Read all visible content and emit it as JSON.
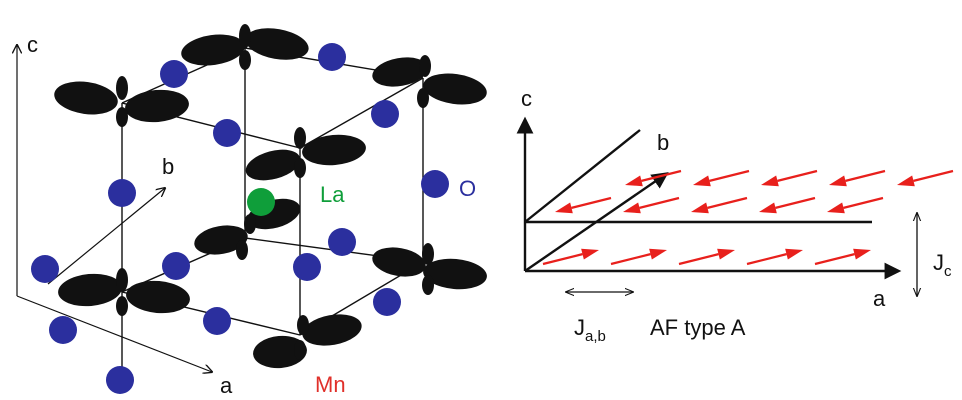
{
  "left_diagram": {
    "axis_labels": {
      "c": "c",
      "b": "b",
      "a": "a"
    },
    "atom_labels": {
      "la": "La",
      "o": "O",
      "mn": "Mn"
    },
    "colors": {
      "la": "#0f9e3a",
      "o": "#2b2f9e",
      "mn": "#e0302a",
      "orbital": "#111111",
      "bond": "#111111"
    }
  },
  "right_diagram": {
    "axis_labels": {
      "c": "c",
      "b": "b",
      "a": "a"
    },
    "exchange_labels": {
      "j_ab_main": "J",
      "j_ab_sub": "a,b",
      "j_c_main": "J",
      "j_c_sub": "c"
    },
    "caption": "AF type A",
    "colors": {
      "spin_arrow": "#e8201c",
      "axis": "#111111"
    },
    "spin_rows": [
      {
        "plane": "upper",
        "direction": "left-down"
      },
      {
        "plane": "upper",
        "direction": "left-down"
      },
      {
        "plane": "lower",
        "direction": "right-up"
      }
    ]
  }
}
